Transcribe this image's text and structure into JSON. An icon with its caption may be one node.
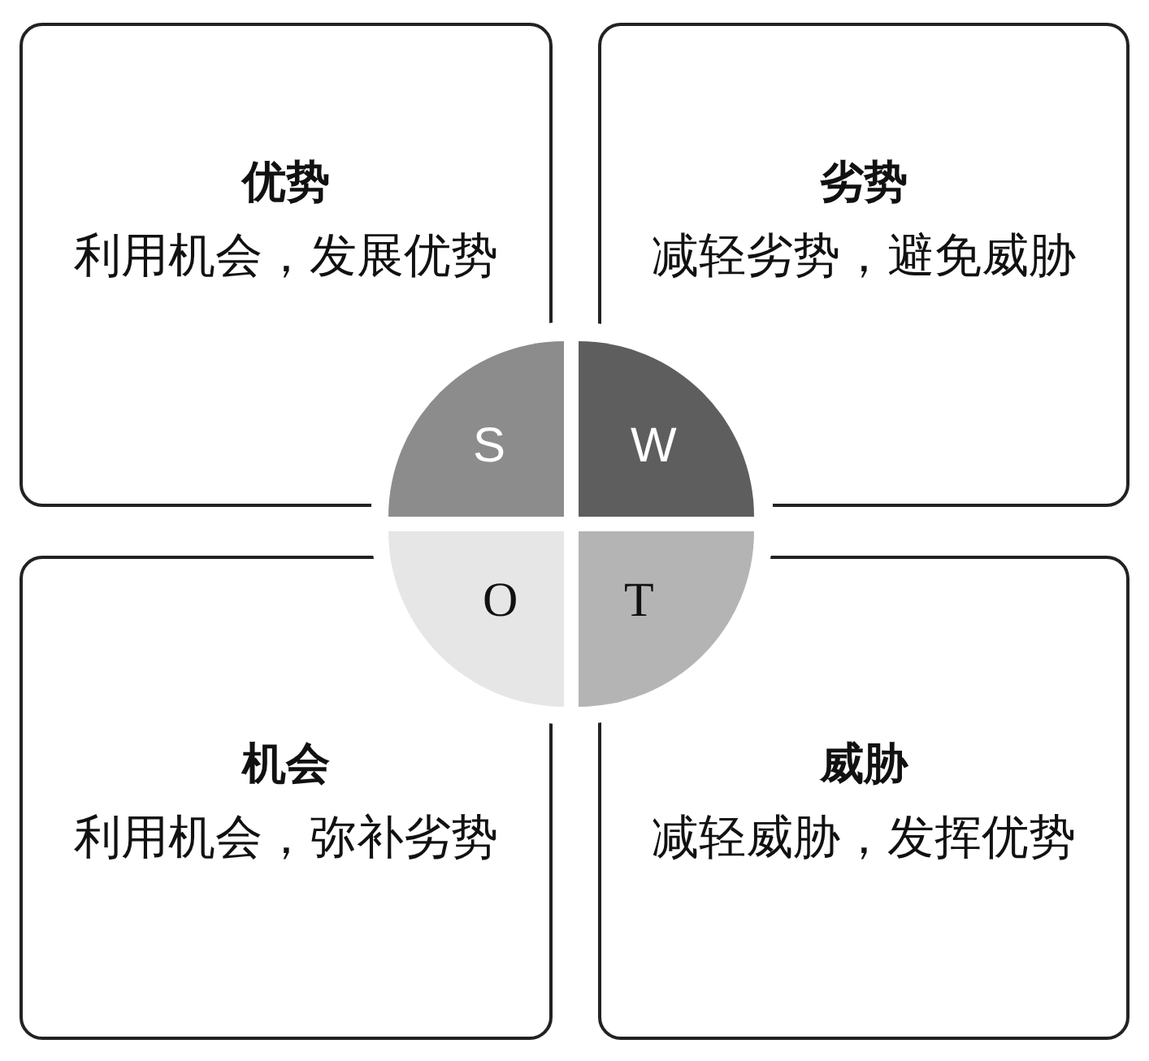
{
  "diagram": {
    "nodes": [
      {
        "text": [
          "优势",
          "利用机会，发展优势"
        ]
      },
      {
        "text": [
          "劣势",
          "减轻劣势，避免威胁"
        ]
      },
      {
        "text": [
          "S"
        ]
      },
      {
        "text": [
          "W"
        ]
      },
      {
        "text": [
          "O"
        ]
      },
      {
        "text": [
          "T"
        ]
      },
      {
        "text": [
          "机会",
          "利用机会，弥补劣势"
        ]
      },
      {
        "text": [
          "威胁",
          "减轻威胁，发挥优势"
        ]
      }
    ]
  }
}
